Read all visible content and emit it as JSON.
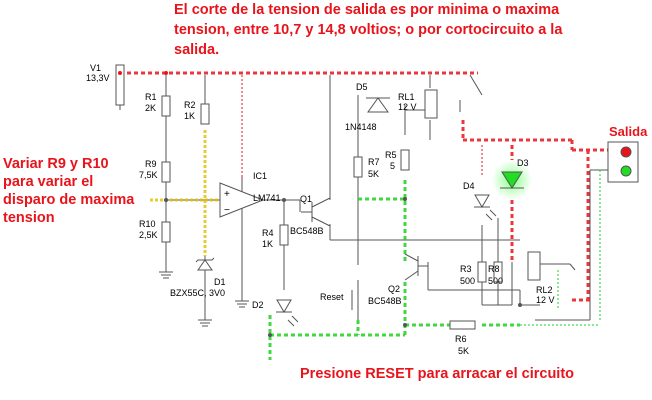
{
  "notes": {
    "top": "El corte de la tension de salida es por minima o maxima tension, entre 10,7 y 14,8 voltios; o por cortocircuito a la salida.",
    "left": "Variar R9 y R10 para variar el disparo de maxima tension",
    "bottom": "Presione RESET para arracar el circuito",
    "salida": "Salida"
  },
  "components": {
    "v1": {
      "name": "V1",
      "value": "13,3V"
    },
    "r1": {
      "name": "R1",
      "value": "2K"
    },
    "r2": {
      "name": "R2",
      "value": "1K"
    },
    "r9": {
      "name": "R9",
      "value": "7,5K"
    },
    "r10": {
      "name": "R10",
      "value": "2,5K"
    },
    "d1": {
      "name": "D1",
      "value": "BZX55C, 3V0"
    },
    "ic1": {
      "name": "IC1",
      "value": "LM741"
    },
    "r4": {
      "name": "R4",
      "value": "1K"
    },
    "d2": {
      "name": "D2"
    },
    "q1": {
      "name": "Q1",
      "value": "BC548B"
    },
    "d5": {
      "name": "D5",
      "value": "1N4148"
    },
    "r7": {
      "name": "R7",
      "value": "5K"
    },
    "r5": {
      "name": "R5",
      "value": "5"
    },
    "rl1": {
      "name": "RL1",
      "value": "12 V"
    },
    "d4": {
      "name": "D4"
    },
    "d3": {
      "name": "D3"
    },
    "r3": {
      "name": "R3",
      "value": "500"
    },
    "r8": {
      "name": "R8",
      "value": "500"
    },
    "q2": {
      "name": "Q2",
      "value": "BC548B"
    },
    "reset": {
      "name": "Reset"
    },
    "rl2": {
      "name": "RL2",
      "value": "12 V"
    },
    "r6": {
      "name": "R6",
      "value": "5K"
    }
  },
  "colors": {
    "red_net": "#e8141b",
    "green_net": "#1fd11f",
    "yellow_net": "#e0c000",
    "led_green": "#22dd22",
    "led_red": "#e8141b",
    "wire": "#555555"
  }
}
